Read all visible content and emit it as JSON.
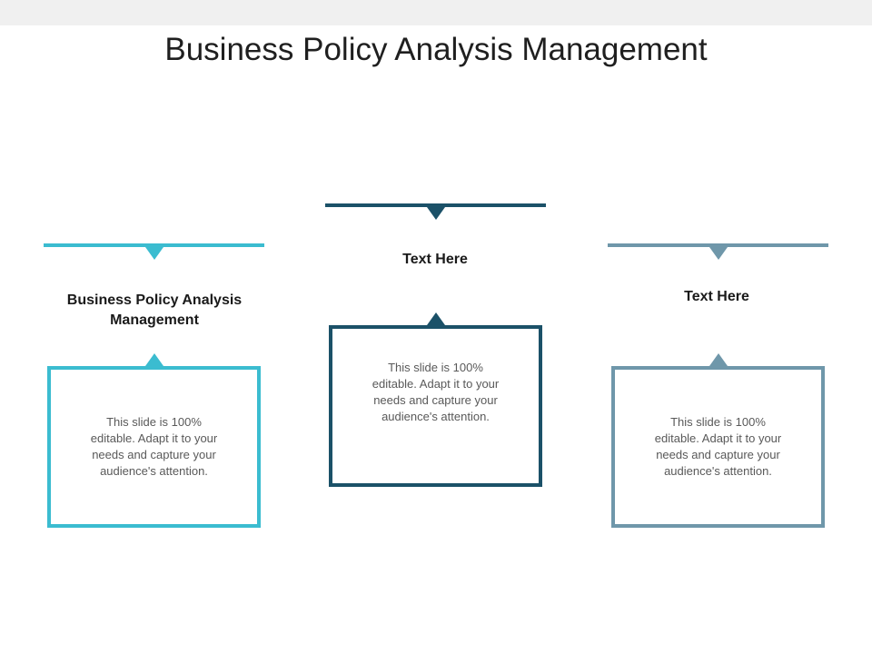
{
  "title": "Business Policy Analysis Management",
  "colors": {
    "topbar": "#f0f0f0",
    "col1": "#3bbcd0",
    "col2": "#1b5168",
    "col3": "#6f97aa"
  },
  "columns": [
    {
      "heading": "Business Policy Analysis Management",
      "body": "This slide is 100% editable. Adapt it to your needs and capture your audience's attention."
    },
    {
      "heading": "Text Here",
      "body": "This slide is 100% editable. Adapt it to your needs and capture your audience's attention."
    },
    {
      "heading": "Text Here",
      "body": "This slide is 100% editable. Adapt it to your needs and capture your audience's attention."
    }
  ]
}
